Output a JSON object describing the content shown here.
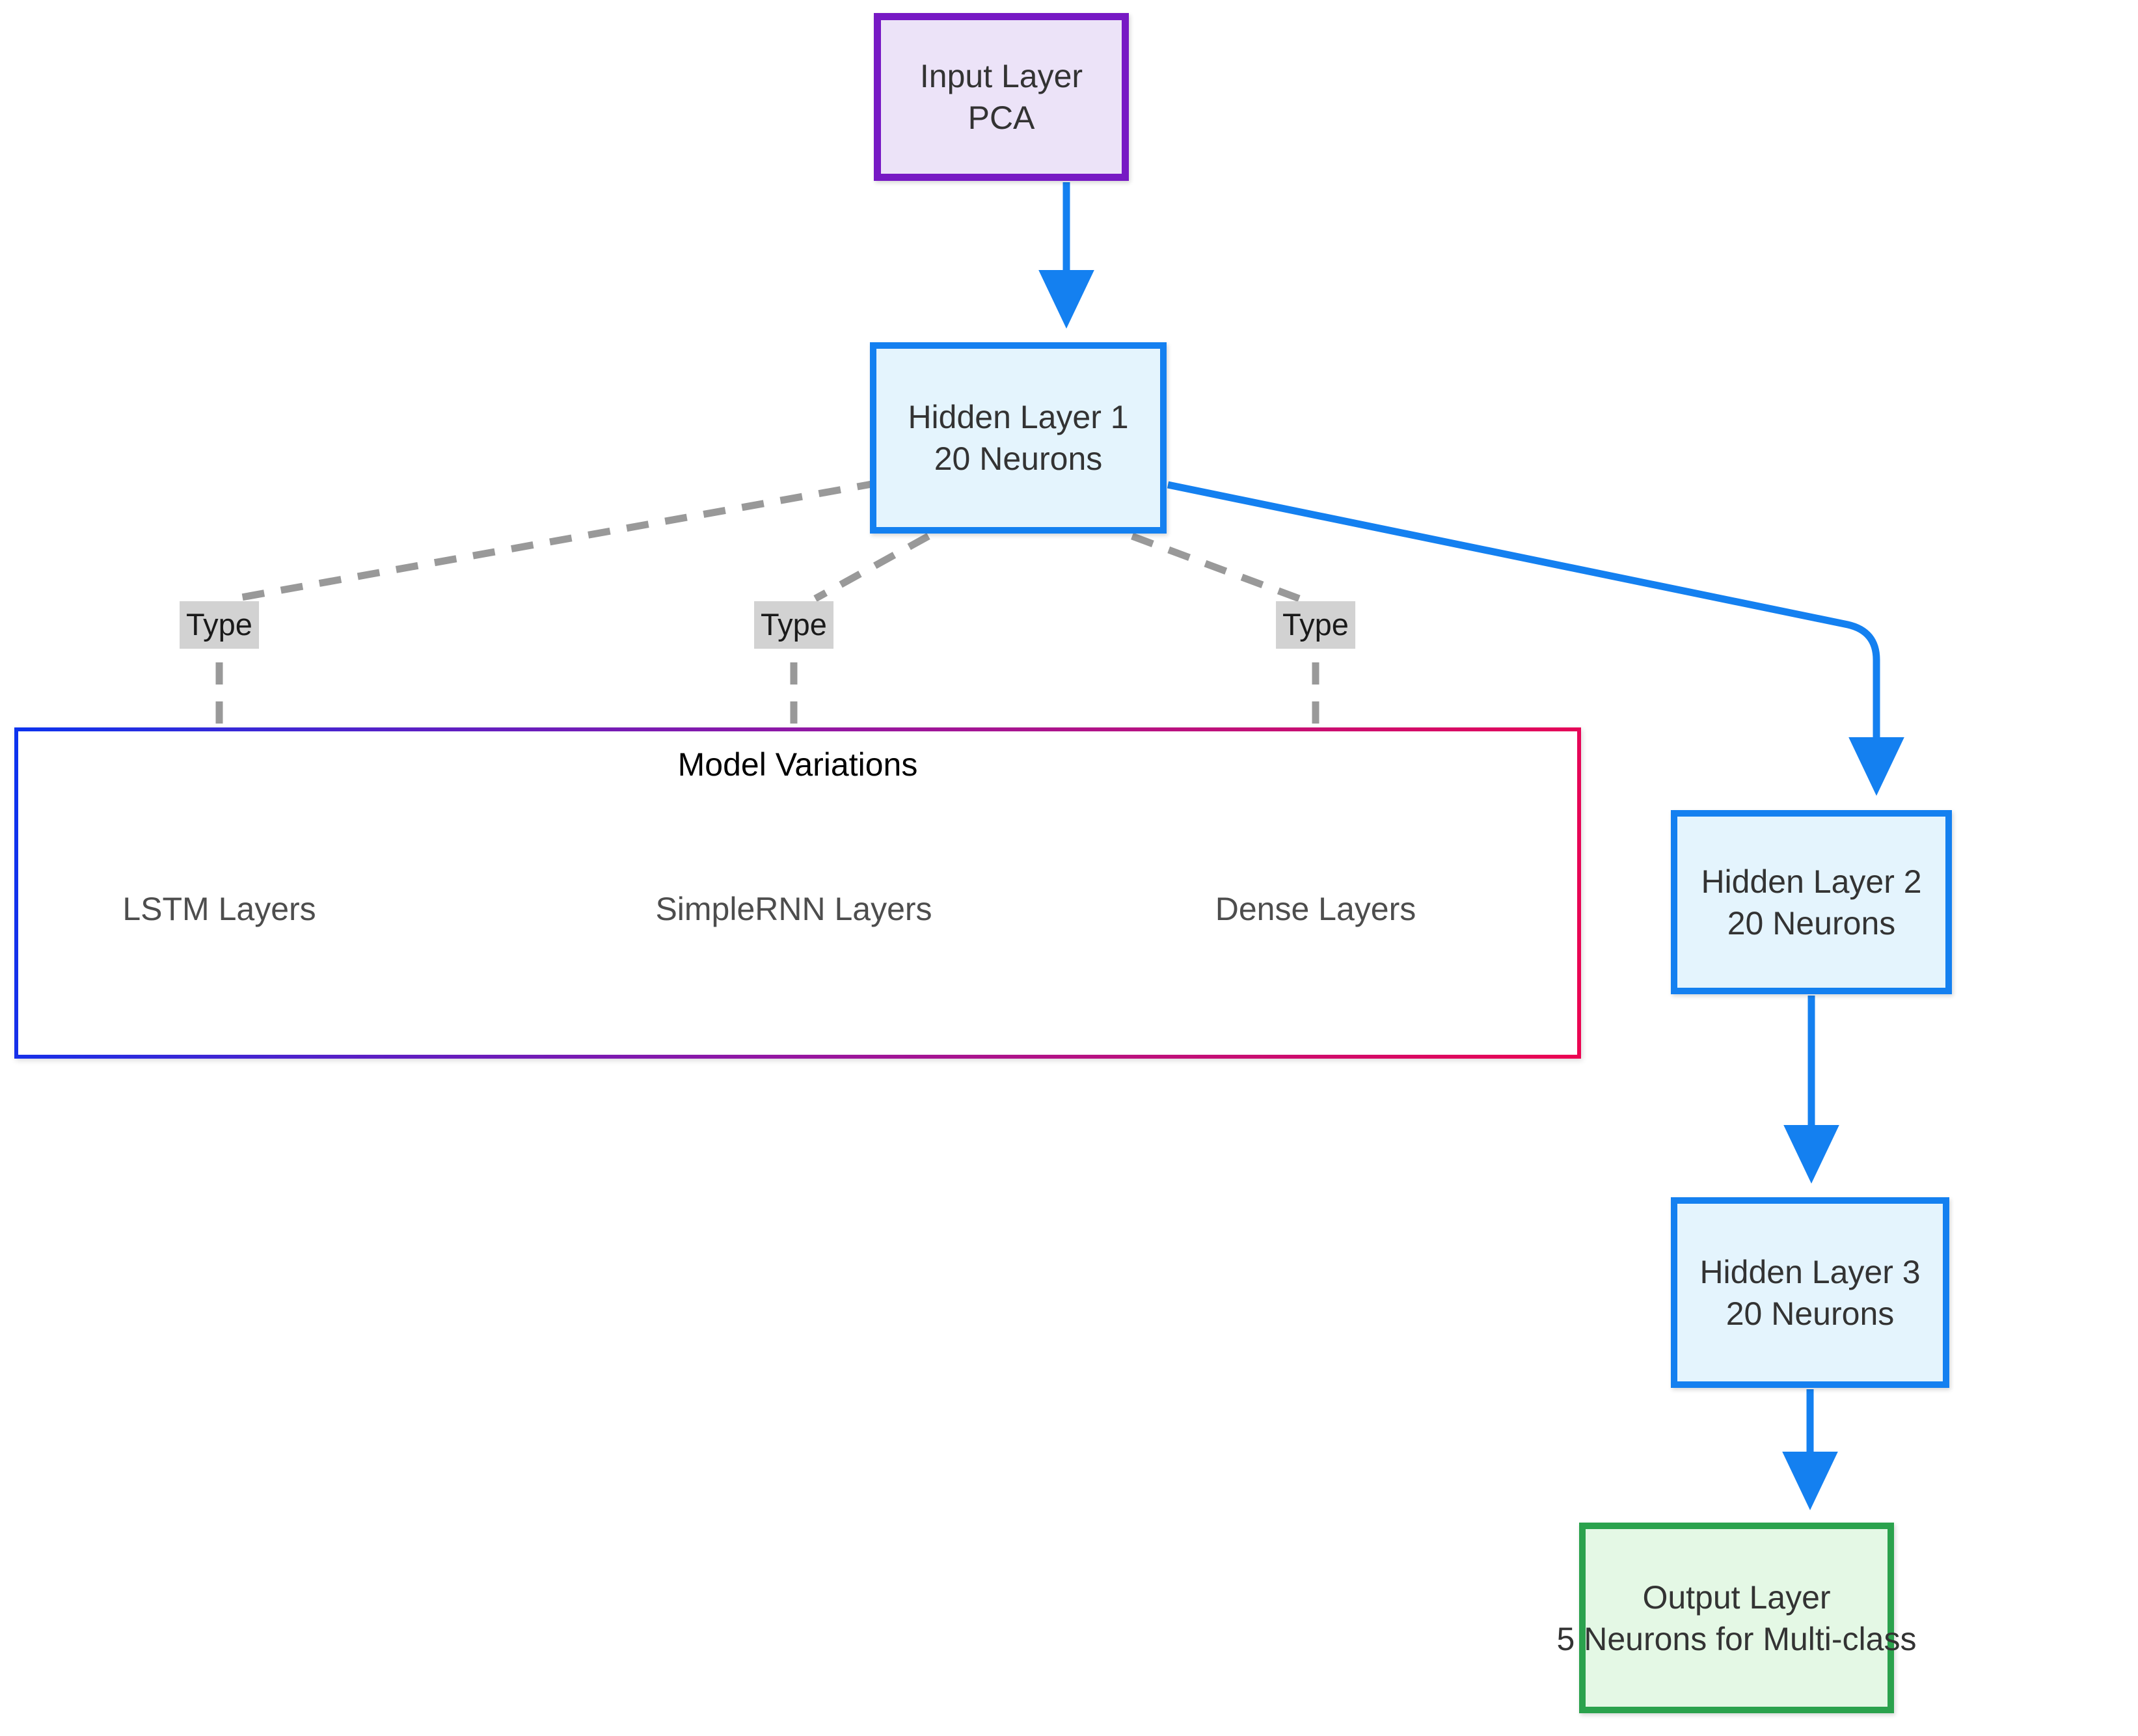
{
  "diagram": {
    "title": "Neural Network Architecture Flowchart",
    "colors": {
      "input_border": "#7719c4",
      "input_fill": "#ece3f8",
      "hidden_border": "#1480f0",
      "hidden_fill": "#e4f4fd",
      "output_border": "#2ba24d",
      "output_fill": "#e4f8e5",
      "solid_edge": "#1480f0",
      "dashed_edge": "#999999",
      "edge_label_bg": "#d2d2d2",
      "subgraph_border_start": "#0b33ef",
      "subgraph_border_end": "#ec0452"
    },
    "nodes": {
      "input": {
        "line1": "Input Layer",
        "line2": "PCA"
      },
      "hidden1": {
        "line1": "Hidden Layer 1",
        "line2": "20 Neurons"
      },
      "hidden2": {
        "line1": "Hidden Layer 2",
        "line2": "20 Neurons"
      },
      "hidden3": {
        "line1": "Hidden Layer 3",
        "line2": "20 Neurons"
      },
      "output": {
        "line1": "Output Layer",
        "line2": "5 Neurons for Multi-class"
      }
    },
    "subgraph": {
      "title": "Model Variations",
      "leaves": [
        {
          "label": "LSTM Layers"
        },
        {
          "label": "SimpleRNN Layers"
        },
        {
          "label": "Dense Layers"
        }
      ]
    },
    "edge_labels": [
      {
        "text": "Type"
      },
      {
        "text": "Type"
      },
      {
        "text": "Type"
      }
    ]
  }
}
